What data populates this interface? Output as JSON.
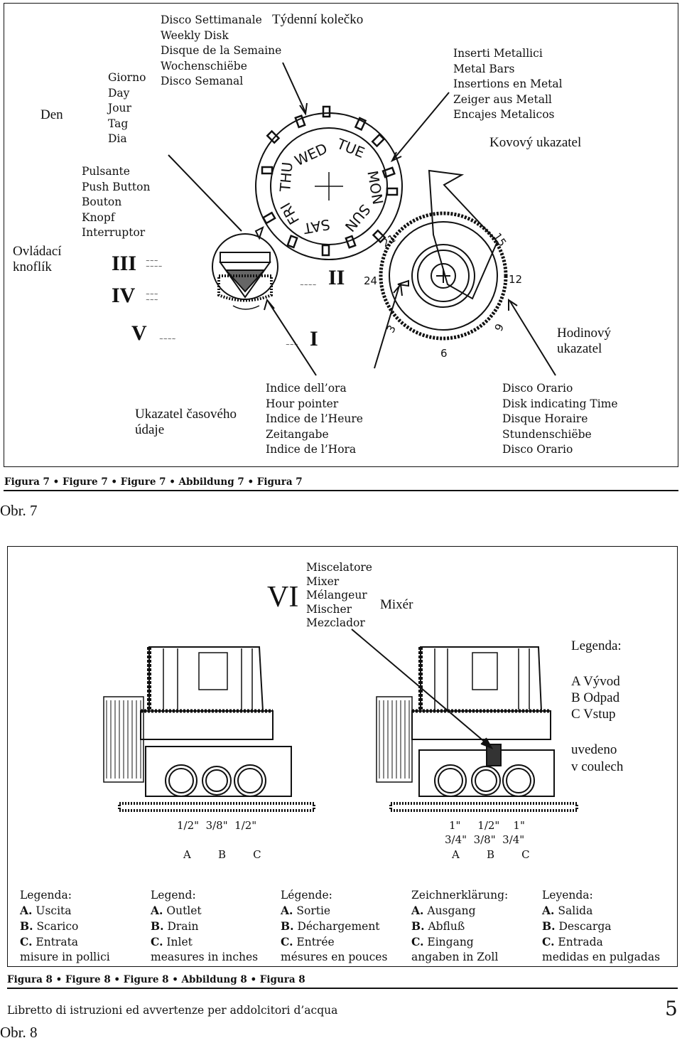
{
  "figure7": {
    "weekly_disk_label": "Disco Settimanale\nWeekly Disk\nDisque de la Semaine\nWochenschiëbe\nDisco Semanal",
    "weekly_disk_cz": "Týdenní kolečko",
    "day_label": "Giorno\nDay\nJour\nTag\nDia",
    "day_cz": "Den",
    "metal_bars_label": "Inserti Metallici\nMetal Bars\nInsertions en Metal\nZeiger aus Metall\nEncajes Metalicos",
    "metal_bars_cz": "Kovový ukazatel",
    "push_button_label": "Pulsante\nPush Button\nBouton\nKnopf\nInterruptor",
    "push_button_cz": "Ovládací\nknoflík",
    "day_names": [
      "WED",
      "TUE",
      "MON",
      "SUN",
      "SAT",
      "FRI",
      "THU"
    ],
    "hour_numbers": [
      "21",
      "15",
      "24",
      "12",
      "3",
      "9",
      "6"
    ],
    "roman_positions": [
      "III",
      "IV",
      "V",
      "II",
      "I"
    ],
    "hour_indicator_cz": "Hodinový\nukazatel",
    "time_pointer_cz": "Ukazatel časového\núdaje",
    "hour_pointer_label": "Indice dell’ora\nHour pointer\nIndice de l’Heure\nZeitangabe\nIndice de l’Hora",
    "disk_time_label": "Disco Orario\nDisk indicating Time\nDisque Horaire\nStundenschiëbe\nDisco Orario",
    "caption": "Figura 7 • Figure 7 • Figure 7 • Abbildung 7 • Figura 7",
    "obr": "Obr. 7"
  },
  "figure8": {
    "roman": "VI",
    "mixer_label": "Miscelatore\nMixer\nMélangeur\nMischer\nMezclador",
    "mixer_cz": "Mixér",
    "legend_cz_title": "Legenda:",
    "legend_cz_items": "A Vývod\nB Odpad\nC Vstup",
    "legend_cz_note": "uvedeno\nv coulech",
    "left_measures": "1/2\"  3/8\"  1/2\"",
    "left_abc": "A        B        C",
    "right_measures_top": "1\"     1/2\"    1\"",
    "right_measures_bottom": "3/4\"  3/8\"  3/4\"",
    "right_abc": "A        B        C",
    "legends": [
      {
        "title": "Legenda:",
        "a": "Uscita",
        "b": "Scarico",
        "c": "Entrata",
        "note": "misure in pollici"
      },
      {
        "title": "Legend:",
        "a": "Outlet",
        "b": "Drain",
        "c": "Inlet",
        "note": "measures in inches"
      },
      {
        "title": "Légende:",
        "a": "Sortie",
        "b": "Déchargement",
        "c": "Entrée",
        "note": "mésures en pouces"
      },
      {
        "title": "Zeichnerklärung:",
        "a": "Ausgang",
        "b": "Abfluß",
        "c": "Eingang",
        "note": "angaben in Zoll"
      },
      {
        "title": "Leyenda:",
        "a": "Salida",
        "b": "Descarga",
        "c": "Entrada",
        "note": "medidas en pulgadas"
      }
    ],
    "letter_a": "A.",
    "letter_b": "B.",
    "letter_c": "C.",
    "caption": "Figura 8 • Figure 8 • Figure 8 • Abbildung 8 • Figura 8"
  },
  "footer": {
    "text": "Libretto di istruzioni ed avvertenze per addolcitori d’acqua",
    "page": "5",
    "obr": "Obr. 8"
  }
}
